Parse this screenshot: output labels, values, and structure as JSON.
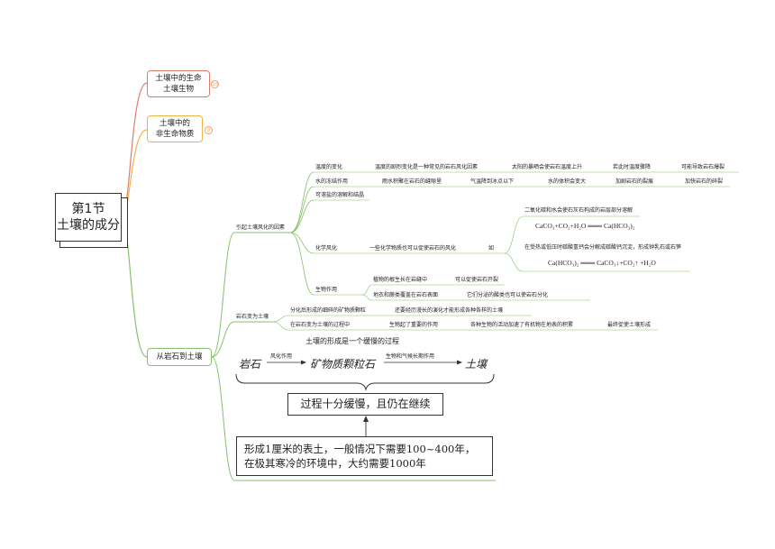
{
  "root": {
    "line1": "第1节",
    "line2": "土壤的成分"
  },
  "topics": [
    {
      "line1": "土壤中的生命",
      "line2": "土壤生物",
      "badge": "10"
    },
    {
      "line1": "土壤中的",
      "line2": "非生命物质",
      "badge": "0"
    },
    {
      "line1": "从岩石到土壤",
      "line2": ""
    }
  ],
  "factors": {
    "label": "引起土壤风化的因素",
    "temp": {
      "label": "温度的变化",
      "chain": [
        "温度的剧烈变化是一种常见的岩石风化因素",
        "太阳的暴晒会使岩石温度上升",
        "若此时温度骤降",
        "可能导致岩石爆裂"
      ]
    },
    "water": {
      "label": "水的冻结作用",
      "chain": [
        "雨水积聚在岩石的缝隙里",
        "气温降到冰点以下",
        "水的体积会变大",
        "加剧岩石的裂痕",
        "加快岩石的碎裂"
      ]
    },
    "flow": {
      "label": "可溶盐的溶解和结晶"
    },
    "chem": {
      "label": "化学风化",
      "desc": "一些化学物质也可以促使岩石的风化",
      "example": "如",
      "detail1": "二氧化碳和水会使石灰石构成的岩层部分溶解",
      "formula1": "CaCO₃+CO₂+H₂O ═══ Ca(HCO₃)₂",
      "detail2": "在受热或低压时碳酸氢钙会分解成碳酸钙沉淀，形成钟乳石或石笋",
      "formula2": "Ca(HCO₃)₂ ═══ CaCO₃↓+CO₂↑ +H₂O"
    },
    "bio": {
      "label": "生物作用",
      "items": [
        {
          "a": "植物的根生长在岩缝中",
          "b": "可以促使岩石开裂"
        },
        {
          "a": "地衣和蕨类覆盖在岩石表面",
          "b": "它们分泌的酸类也可以使岩石分化"
        }
      ]
    }
  },
  "rock_to_soil": {
    "label": "岩石变为土壤",
    "rows": [
      [
        "分化后形成的细碎的矿物质颗粒",
        "还要经历漫长的演化才能形成各种各样的土壤"
      ],
      [
        "在岩石变为土壤的过程中",
        "生物起了重要的作用",
        "各种生物的活动加速了有机物在地表的积累",
        "最终促使土壤形成"
      ]
    ],
    "slow_title": "土壤的形成是一个缓慢的过程",
    "flow": {
      "rock": "岩石",
      "arrow1": "风化作用",
      "minerals": "矿物质颗粒石",
      "arrow2": "生物和气候长期作用",
      "soil": "土壤"
    },
    "box1": "过程十分缓慢，且仍在继续",
    "box2_line1": "形成1厘米的表土，一般情况下需要100~400年，",
    "box2_line2": "在极其寒冷的环境中，大约需要1000年"
  },
  "colors": {
    "red": "#e07c6c",
    "orange": "#f2b04a",
    "green": "#86c06d",
    "line": "#333333"
  }
}
